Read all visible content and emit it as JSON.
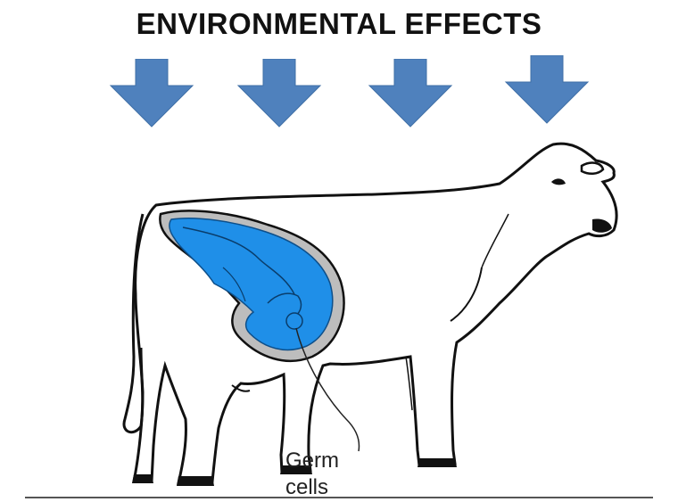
{
  "title": "ENVIRONMENTAL EFFECTS",
  "arrows": [
    {
      "icon": "down-arrow-icon"
    },
    {
      "icon": "down-arrow-icon"
    },
    {
      "icon": "down-arrow-icon"
    },
    {
      "icon": "down-arrow-icon"
    }
  ],
  "colors": {
    "arrow": "#4f81bd",
    "uterus_fluid": "#1f8fe8",
    "uterus_wall": "#bdbdbd",
    "outline": "#111111"
  },
  "labels": {
    "germ_cells_line1": "Germ",
    "germ_cells_line2": "cells"
  }
}
